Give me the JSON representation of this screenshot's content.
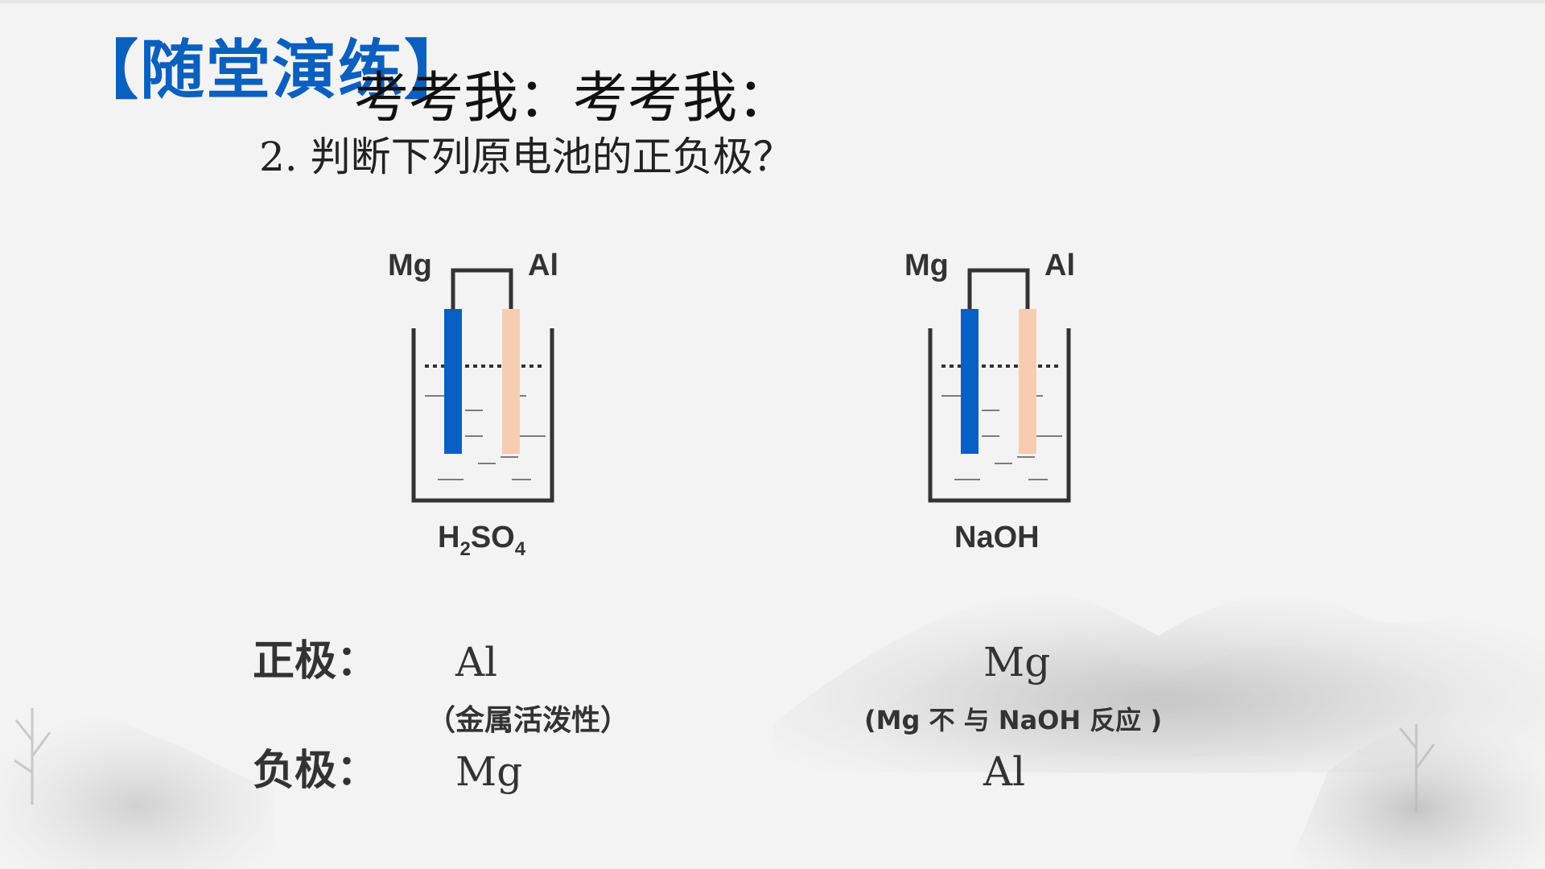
{
  "header": {
    "section_tag": "【随堂演练】",
    "headline": "考考我：考考我：",
    "question": "2. 判断下列原电池的正负极？"
  },
  "cells": [
    {
      "left_electrode": "Mg",
      "right_electrode": "Al",
      "electrolyte_main": "H",
      "electrolyte_sub1": "2",
      "electrolyte_mid": "SO",
      "electrolyte_sub2": "4"
    },
    {
      "left_electrode": "Mg",
      "right_electrode": "Al",
      "electrolyte": "NaOH"
    }
  ],
  "answers": {
    "positive_label": "正极：",
    "negative_label": "负极：",
    "cell1": {
      "positive": "Al",
      "reason": "（金属活泼性）",
      "negative": "Mg"
    },
    "cell2": {
      "positive": "Mg",
      "reason": "(Mg 不 与 NaOH 反应 )",
      "negative": "Al"
    }
  },
  "colors": {
    "accent_blue": "#0a5fbf",
    "mg_electrode": "#0a5fc4",
    "al_electrode": "#f7cdb1",
    "beaker_line": "#333333"
  }
}
